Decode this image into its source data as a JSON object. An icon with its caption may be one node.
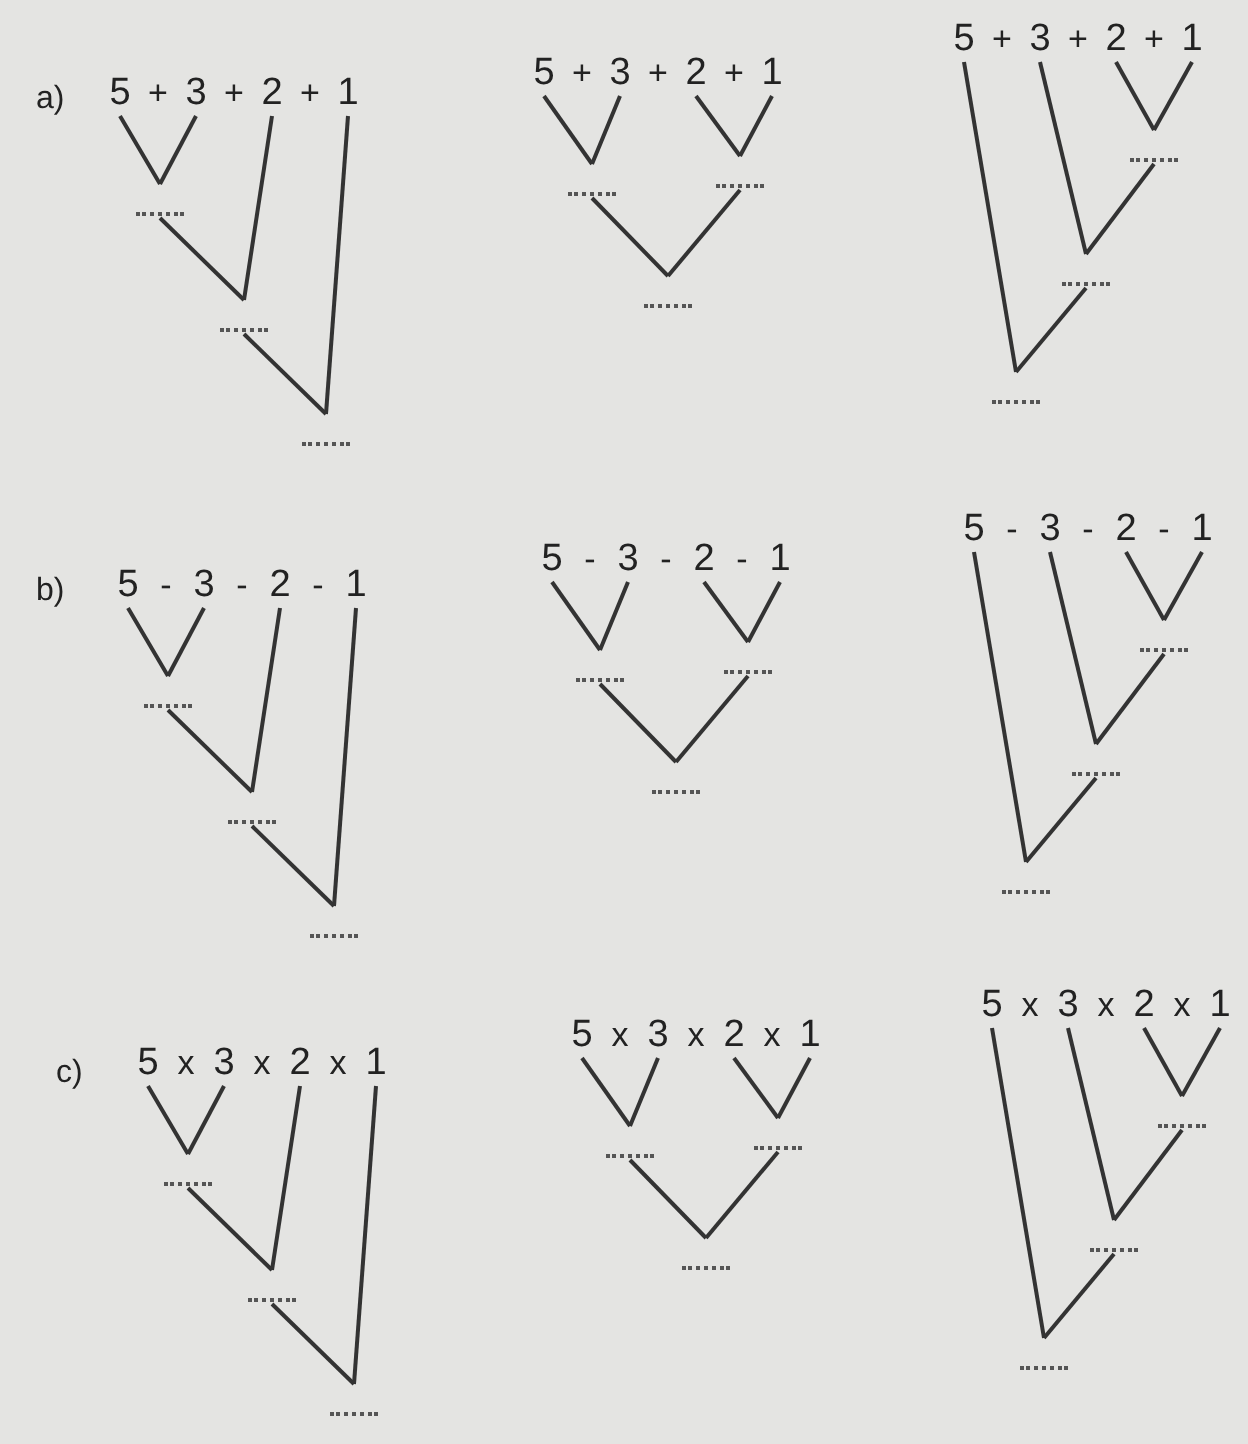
{
  "diagram": {
    "nodes": [
      {
        "text": [
          "5"
        ]
      },
      {
        "text": [
          "3"
        ]
      },
      {
        "text": [
          "2"
        ]
      },
      {
        "text": [
          "1"
        ]
      },
      {
        "text": [],
        "shape": "line"
      },
      {
        "text": [],
        "shape": "line"
      },
      {
        "text": [],
        "shape": "line"
      },
      {
        "text": [
          "5"
        ]
      },
      {
        "text": [
          "3"
        ]
      },
      {
        "text": [
          "2"
        ]
      },
      {
        "text": [
          "1"
        ]
      },
      {
        "text": [],
        "shape": "line"
      },
      {
        "text": [],
        "shape": "line"
      },
      {
        "text": [],
        "shape": "line"
      },
      {
        "text": [
          "5"
        ]
      },
      {
        "text": [
          "3"
        ]
      },
      {
        "text": [
          "2"
        ]
      },
      {
        "text": [
          "1"
        ]
      },
      {
        "text": [],
        "shape": "line"
      },
      {
        "text": [],
        "shape": "line"
      },
      {
        "text": [],
        "shape": "line"
      },
      {
        "text": [
          "5"
        ]
      },
      {
        "text": [
          "3"
        ]
      },
      {
        "text": [
          "2"
        ]
      },
      {
        "text": [
          "1"
        ]
      },
      {
        "text": [],
        "shape": "line"
      },
      {
        "text": [],
        "shape": "line"
      },
      {
        "text": [],
        "shape": "line"
      },
      {
        "text": [
          "5"
        ]
      },
      {
        "text": [
          "3"
        ]
      },
      {
        "text": [
          "2"
        ]
      },
      {
        "text": [
          "1"
        ]
      },
      {
        "text": [],
        "shape": "line"
      },
      {
        "text": [],
        "shape": "line"
      },
      {
        "text": [],
        "shape": "line"
      },
      {
        "text": [
          "5"
        ]
      },
      {
        "text": [
          "3"
        ]
      },
      {
        "text": [
          "2"
        ]
      },
      {
        "text": [
          "1"
        ]
      },
      {
        "text": [],
        "shape": "line"
      },
      {
        "text": [],
        "shape": "line"
      },
      {
        "text": [],
        "shape": "line"
      },
      {
        "text": [
          "5"
        ]
      },
      {
        "text": [
          "3"
        ]
      },
      {
        "text": [
          "2"
        ]
      },
      {
        "text": [
          "1"
        ]
      },
      {
        "text": [],
        "shape": "line"
      },
      {
        "text": [],
        "shape": "line"
      },
      {
        "text": [],
        "shape": "line"
      },
      {
        "text": [
          "5"
        ]
      },
      {
        "text": [
          "3"
        ]
      },
      {
        "text": [
          "2"
        ]
      },
      {
        "text": [
          "1"
        ]
      },
      {
        "text": [],
        "shape": "line"
      },
      {
        "text": [],
        "shape": "line"
      },
      {
        "text": [],
        "shape": "line"
      },
      {
        "text": [
          "5"
        ]
      },
      {
        "text": [
          "3"
        ]
      },
      {
        "text": [
          "2"
        ]
      },
      {
        "text": [
          "1"
        ]
      },
      {
        "text": [],
        "shape": "line"
      },
      {
        "text": [],
        "shape": "line"
      },
      {
        "text": [],
        "shape": "line"
      }
    ],
    "edges": [
      {
        "from": 0,
        "to": 4,
        "arrow": "none"
      },
      {
        "from": 1,
        "to": 4,
        "arrow": "none"
      },
      {
        "from": 4,
        "to": 5,
        "arrow": "none"
      },
      {
        "from": 2,
        "to": 5,
        "arrow": "none"
      },
      {
        "from": 5,
        "to": 6,
        "arrow": "none"
      },
      {
        "from": 3,
        "to": 6,
        "arrow": "none"
      },
      {
        "from": 7,
        "to": 11,
        "arrow": "none"
      },
      {
        "from": 8,
        "to": 11,
        "arrow": "none"
      },
      {
        "from": 9,
        "to": 12,
        "arrow": "none"
      },
      {
        "from": 10,
        "to": 12,
        "arrow": "none"
      },
      {
        "from": 11,
        "to": 13,
        "arrow": "none"
      },
      {
        "from": 12,
        "to": 13,
        "arrow": "none"
      },
      {
        "from": 16,
        "to": 18,
        "arrow": "none"
      },
      {
        "from": 17,
        "to": 18,
        "arrow": "none"
      },
      {
        "from": 15,
        "to": 19,
        "arrow": "none"
      },
      {
        "from": 18,
        "to": 19,
        "arrow": "none"
      },
      {
        "from": 14,
        "to": 20,
        "arrow": "none"
      },
      {
        "from": 19,
        "to": 20,
        "arrow": "none"
      },
      {
        "from": 21,
        "to": 25,
        "arrow": "none"
      },
      {
        "from": 22,
        "to": 25,
        "arrow": "none"
      },
      {
        "from": 25,
        "to": 26,
        "arrow": "none"
      },
      {
        "from": 23,
        "to": 26,
        "arrow": "none"
      },
      {
        "from": 26,
        "to": 27,
        "arrow": "none"
      },
      {
        "from": 24,
        "to": 27,
        "arrow": "none"
      },
      {
        "from": 28,
        "to": 32,
        "arrow": "none"
      },
      {
        "from": 29,
        "to": 32,
        "arrow": "none"
      },
      {
        "from": 30,
        "to": 33,
        "arrow": "none"
      },
      {
        "from": 31,
        "to": 33,
        "arrow": "none"
      },
      {
        "from": 32,
        "to": 34,
        "arrow": "none"
      },
      {
        "from": 33,
        "to": 34,
        "arrow": "none"
      },
      {
        "from": 37,
        "to": 39,
        "arrow": "none"
      },
      {
        "from": 38,
        "to": 39,
        "arrow": "none"
      },
      {
        "from": 36,
        "to": 40,
        "arrow": "none"
      },
      {
        "from": 39,
        "to": 40,
        "arrow": "none"
      },
      {
        "from": 35,
        "to": 41,
        "arrow": "none"
      },
      {
        "from": 40,
        "to": 41,
        "arrow": "none"
      },
      {
        "from": 42,
        "to": 46,
        "arrow": "none"
      },
      {
        "from": 43,
        "to": 46,
        "arrow": "none"
      },
      {
        "from": 46,
        "to": 47,
        "arrow": "none"
      },
      {
        "from": 44,
        "to": 47,
        "arrow": "none"
      },
      {
        "from": 47,
        "to": 48,
        "arrow": "none"
      },
      {
        "from": 45,
        "to": 48,
        "arrow": "none"
      },
      {
        "from": 49,
        "to": 53,
        "arrow": "none"
      },
      {
        "from": 50,
        "to": 53,
        "arrow": "none"
      },
      {
        "from": 51,
        "to": 54,
        "arrow": "none"
      },
      {
        "from": 52,
        "to": 54,
        "arrow": "none"
      },
      {
        "from": 53,
        "to": 55,
        "arrow": "none"
      },
      {
        "from": 54,
        "to": 55,
        "arrow": "none"
      },
      {
        "from": 58,
        "to": 60,
        "arrow": "none"
      },
      {
        "from": 59,
        "to": 60,
        "arrow": "none"
      },
      {
        "from": 57,
        "to": 61,
        "arrow": "none"
      },
      {
        "from": 60,
        "to": 61,
        "arrow": "none"
      },
      {
        "from": 56,
        "to": 62,
        "arrow": "none"
      },
      {
        "from": 61,
        "to": 62,
        "arrow": "none"
      }
    ],
    "labels": [
      "a)",
      "+",
      "+",
      "+",
      "+",
      "+",
      "+",
      "+",
      "+",
      "+",
      "b)",
      "-",
      "-",
      "-",
      "-",
      "-",
      "-",
      "-",
      "-",
      "-",
      "c)",
      "x",
      "x",
      "x",
      "x",
      "x",
      "x",
      "x",
      "x",
      "x"
    ]
  }
}
